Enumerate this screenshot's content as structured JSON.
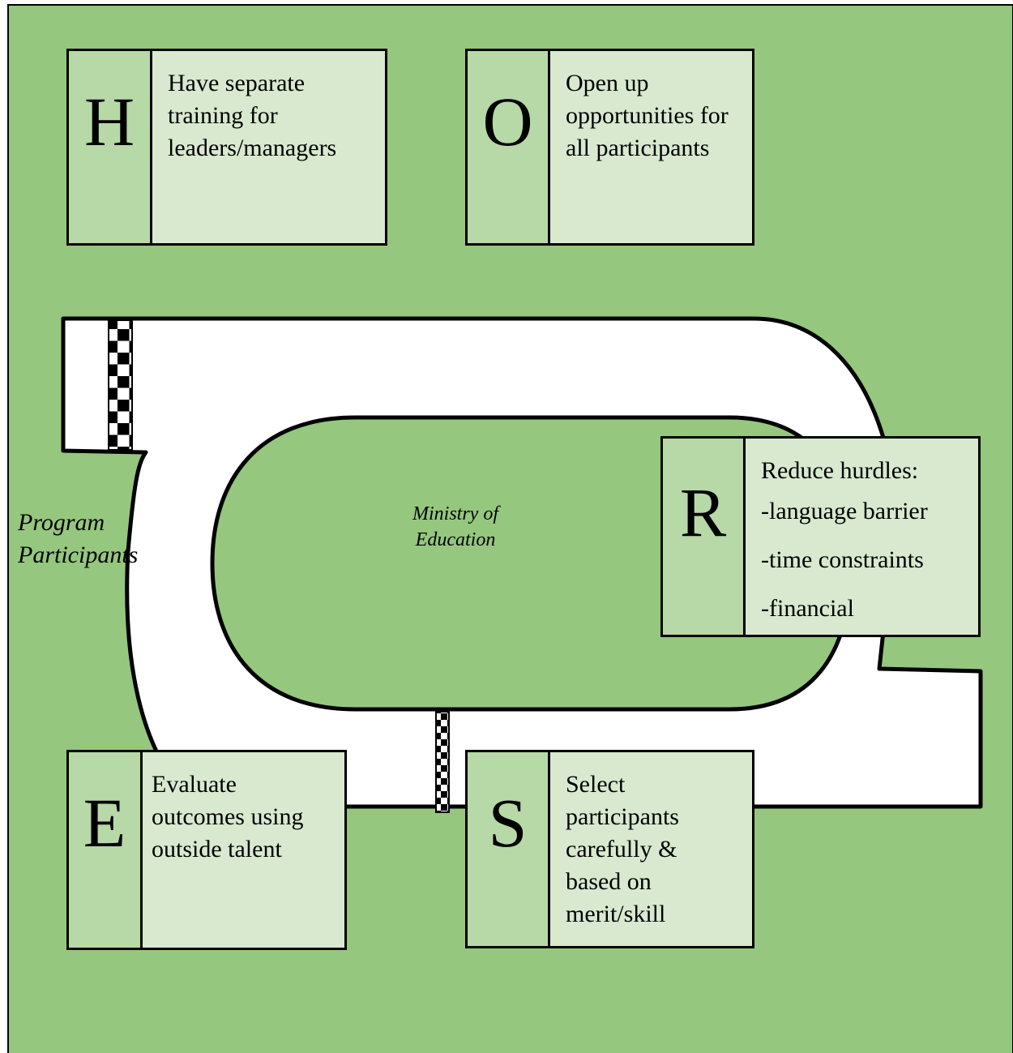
{
  "colors": {
    "background": "#95c77e",
    "track": "#ffffff",
    "card_fill": "#d8e9d0",
    "letter_fill": "#b7d8a7",
    "outline": "#000000"
  },
  "track": {
    "outer_label": [
      "Program",
      "Participants"
    ],
    "inner_label": [
      "Ministry of",
      "Education"
    ]
  },
  "cards": {
    "h": {
      "letter": "H",
      "lines": [
        "Have separate",
        "training for",
        "leaders/managers"
      ]
    },
    "o": {
      "letter": "O",
      "lines": [
        "Open up",
        "opportunities for",
        "all participants"
      ]
    },
    "r": {
      "letter": "R",
      "lines": [
        "Reduce hurdles:",
        "-language barrier",
        "-time constraints",
        "-financial"
      ]
    },
    "e": {
      "letter": "E",
      "lines": [
        "Evaluate",
        "outcomes using",
        "outside talent"
      ]
    },
    "s": {
      "letter": "S",
      "lines": [
        "Select",
        "participants",
        "carefully &",
        "based on",
        "merit/skill"
      ]
    }
  }
}
